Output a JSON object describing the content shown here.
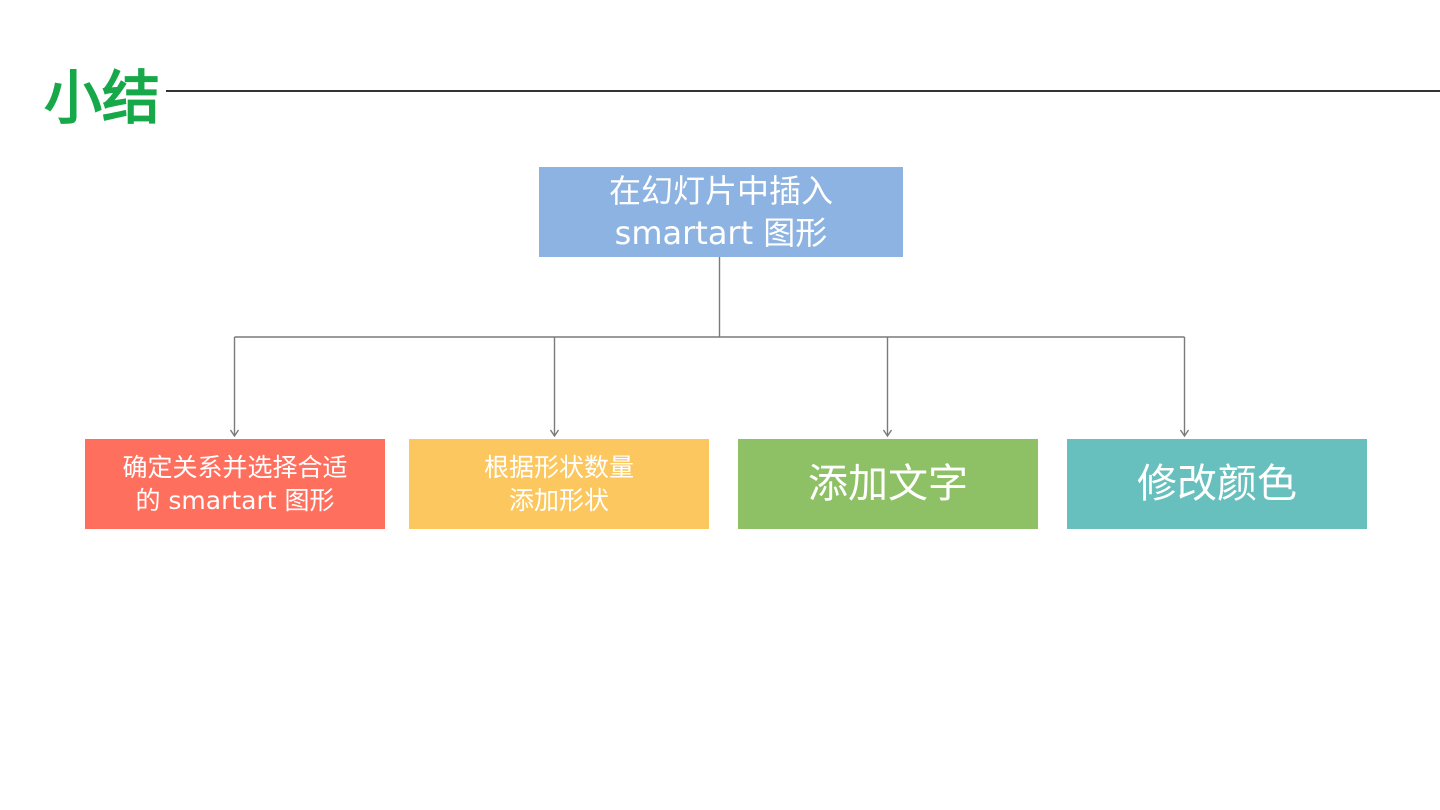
{
  "title": {
    "text": "小结",
    "color": "#17a84a"
  },
  "diagram": {
    "line_color": "#7a7a7a",
    "root": {
      "label": "在幻灯片中插入\nsmartart 图形",
      "color": "#8db3e2"
    },
    "children": [
      {
        "label": "确定关系并选择合适\n的 smartart 图形",
        "color": "#ff6f5e"
      },
      {
        "label": "根据形状数量\n添加形状",
        "color": "#fbc75e"
      },
      {
        "label": "添加文字",
        "color": "#8ec166"
      },
      {
        "label": "修改颜色",
        "color": "#67c0bd"
      }
    ]
  }
}
